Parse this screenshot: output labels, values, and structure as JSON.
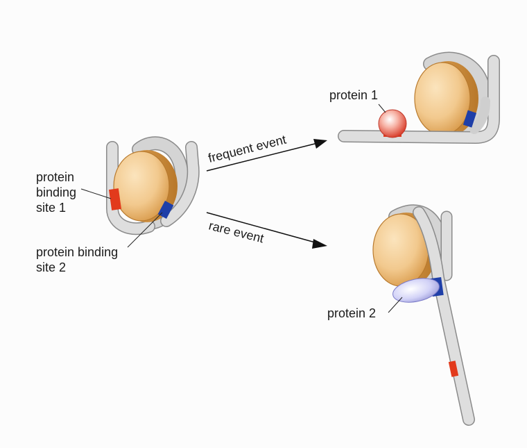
{
  "labels": {
    "binding_site_1": [
      "protein",
      "binding",
      "site 1"
    ],
    "binding_site_2": [
      "protein binding",
      "site 2"
    ],
    "protein_1": "protein 1",
    "protein_2": "protein 2",
    "frequent_event": "frequent event",
    "rare_event": "rare event"
  },
  "colors": {
    "dna": "#d8d8d8",
    "dna_edge": "#8a8a8a",
    "histone": "#f2c98e",
    "histone_edge": "#b87a2e",
    "binding_site_1": "#e23a1c",
    "binding_site_2": "#1f3fa8",
    "protein_1": "#f28a7a",
    "protein_2": "#c9c9f2"
  }
}
